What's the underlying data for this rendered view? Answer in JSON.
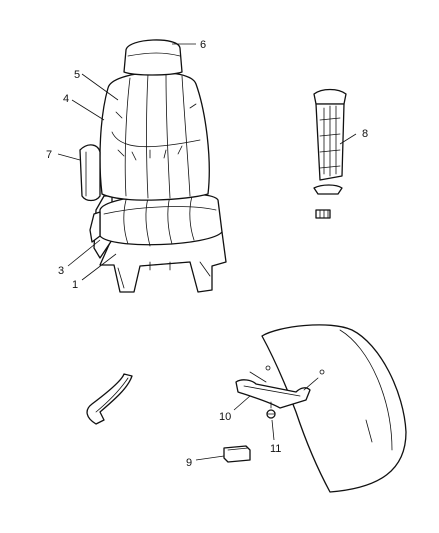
{
  "callouts": {
    "c1": "1",
    "c3": "3",
    "c4": "4",
    "c5": "5",
    "c6": "6",
    "c7": "7",
    "c8": "8",
    "c9": "9",
    "c10": "10",
    "c11": "11"
  },
  "colors": {
    "ink": "#111111",
    "background": "#ffffff"
  }
}
